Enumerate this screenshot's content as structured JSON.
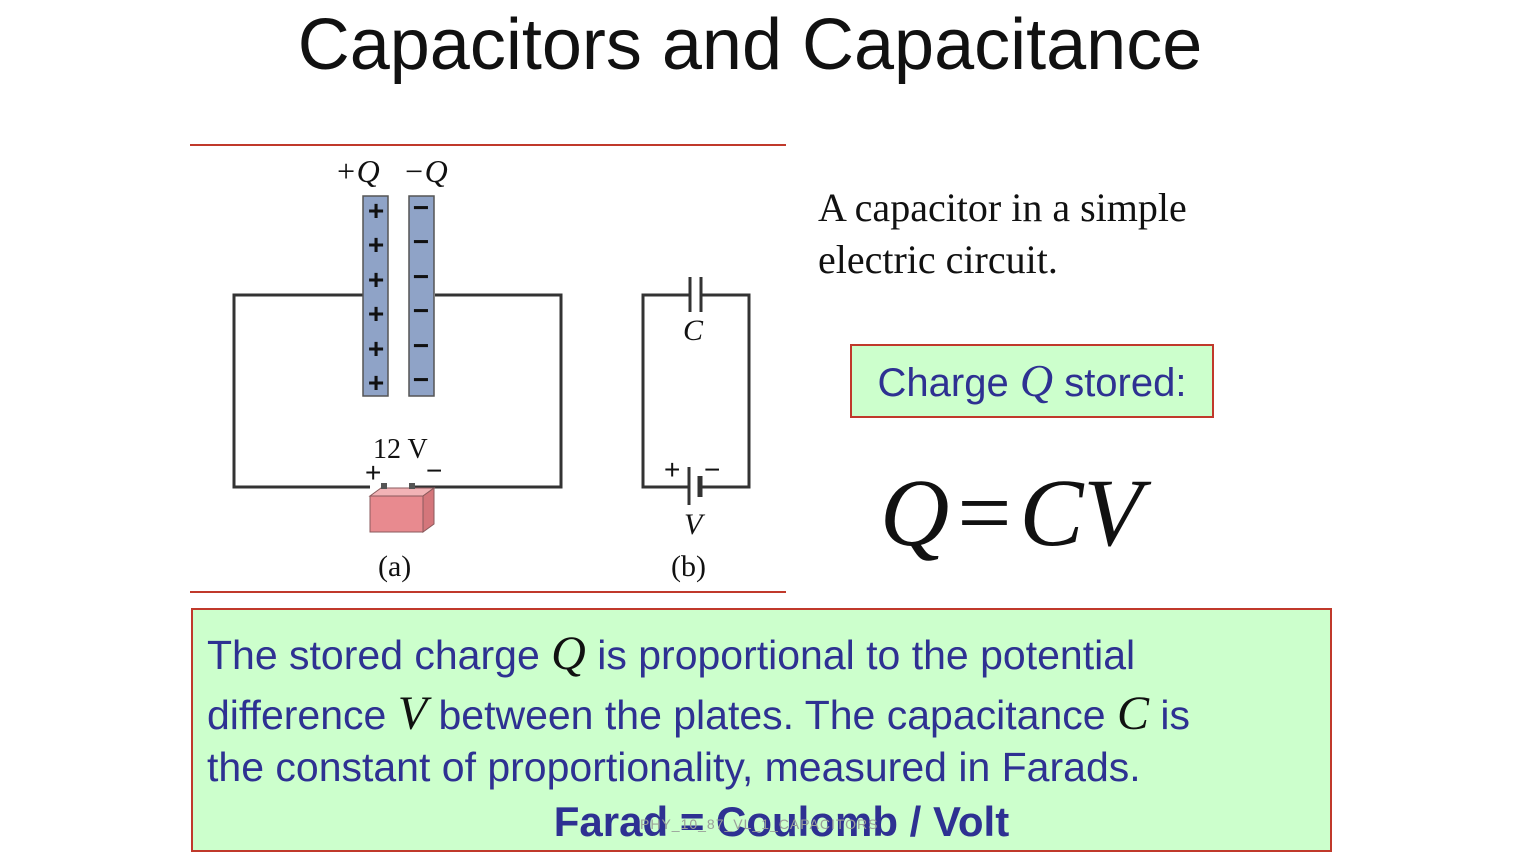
{
  "title": "Capacitors and Capacitance",
  "figure": {
    "plate_label_positive": "+Q",
    "plate_label_negative": "−Q",
    "positive_sign": "+",
    "negative_sign": "−",
    "battery_voltage": "12 V",
    "battery_plus": "+",
    "battery_minus": "−",
    "label_a": "(a)",
    "label_b": "(b)",
    "schematic_capacitor": "C",
    "schematic_voltage": "V",
    "schematic_plus": "+",
    "schematic_minus": "−",
    "colors": {
      "rule": "#c0392b",
      "plate": "#8fa3c7",
      "battery": "#e88a8f",
      "wire": "#333333"
    }
  },
  "caption": "A capacitor in a simple electric circuit.",
  "charge_box": {
    "prefix": "Charge",
    "symbol": "Q",
    "suffix": "stored:"
  },
  "formula": {
    "lhs": "Q",
    "eq": "=",
    "rhs": "CV"
  },
  "info": {
    "line1_a": "The stored charge",
    "line1_sym": "Q",
    "line1_b": "is proportional to the potential",
    "line2_a": "difference",
    "line2_sym1": "V",
    "line2_b": "between the plates. The capacitance",
    "line2_sym2": "C",
    "line2_c": "is",
    "line3": "the constant of proportionality, measured in Farads.",
    "farad": "Farad = Coulomb / Volt"
  },
  "footer": "PHY_10_87_VL_1_CAPACITORS",
  "colors": {
    "accent_text": "#2e3192",
    "box_fill": "#ccffcc",
    "box_border": "#c0392b"
  }
}
